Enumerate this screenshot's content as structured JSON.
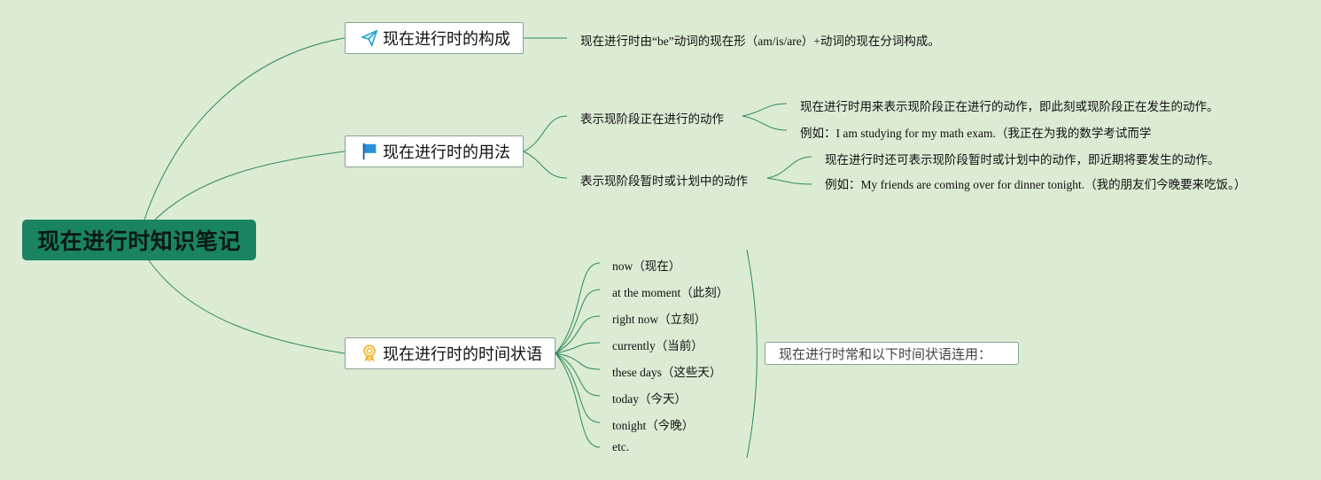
{
  "root": {
    "title": "现在进行时知识笔记"
  },
  "topics": [
    {
      "label": "现在进行时的构成",
      "icon": "paper-plane-icon"
    },
    {
      "label": "现在进行时的用法",
      "icon": "blue-flag-icon"
    },
    {
      "label": "现在进行时的时间状语",
      "icon": "award-ribbon-icon"
    }
  ],
  "construction": {
    "text": "现在进行时由“be”动词的现在形（am/is/are）+动词的现在分词构成。"
  },
  "usage": {
    "branches": [
      {
        "label": "表示现阶段正在进行的动作",
        "details": [
          "现在进行时用来表示现阶段正在进行的动作，即此刻或现阶段正在发生的动作。",
          "例如：I am studying for my math exam.（我正在为我的数学考试而学"
        ]
      },
      {
        "label": "表示现阶段暂时或计划中的动作",
        "details": [
          "现在进行时还可表示现阶段暂时或计划中的动作，即近期将要发生的动作。",
          "例如：My friends are coming over for dinner tonight.（我的朋友们今晚要来吃饭。）"
        ]
      }
    ]
  },
  "time_adverbials": {
    "items": [
      "now（现在）",
      "at the moment（此刻）",
      "right now（立刻）",
      "currently（当前）",
      "these days（这些天）",
      "today（今天）",
      "tonight（今晚）",
      "etc."
    ],
    "summary": "现在进行时常和以下时间状语连用："
  },
  "colors": {
    "background": "#dcebd3",
    "root_fill": "#1a8462",
    "link": "#2f8a5c",
    "topic_border": "#86a495"
  }
}
